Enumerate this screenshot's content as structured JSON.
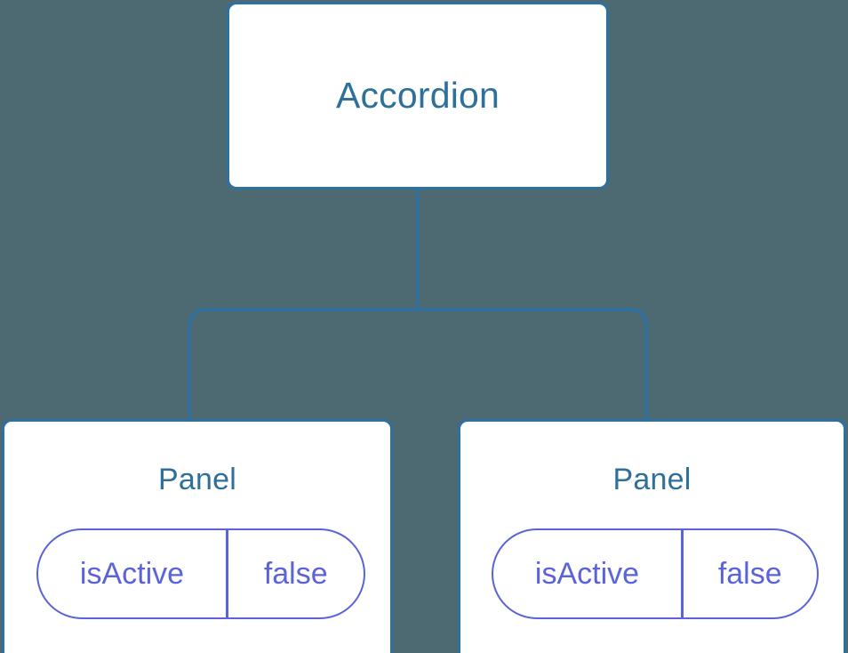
{
  "diagram": {
    "background_color": "#4d6a73",
    "node_border_color": "#2e70a0",
    "node_fill_color": "#ffffff",
    "node_title_color": "#2e7099",
    "state_accent_color": "#5b63d8",
    "edge_color": "#2e70a0"
  },
  "root": {
    "title": "Accordion"
  },
  "children": [
    {
      "title": "Panel",
      "state": {
        "key": "isActive",
        "value": "false"
      }
    },
    {
      "title": "Panel",
      "state": {
        "key": "isActive",
        "value": "false"
      }
    }
  ]
}
